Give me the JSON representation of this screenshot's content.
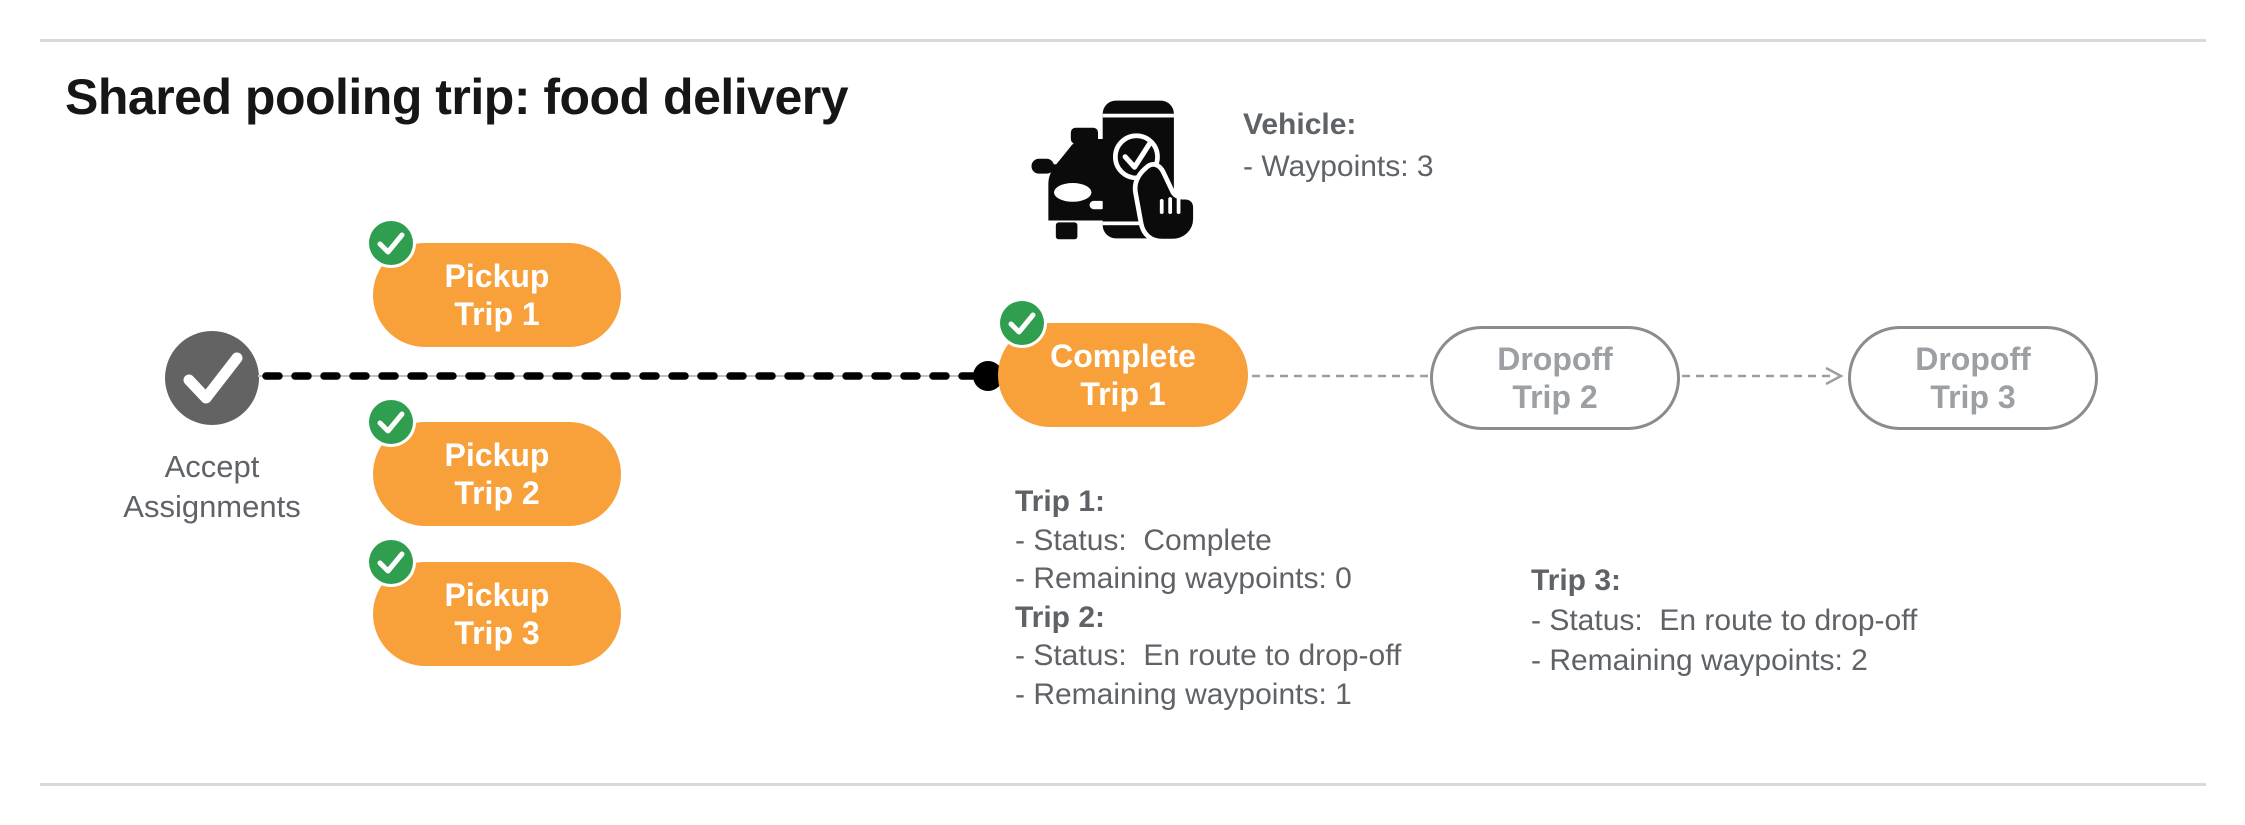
{
  "title": "Shared pooling trip: food delivery",
  "vehicle": {
    "icon": "car-phone-check-icon",
    "heading": "Vehicle:",
    "waypoints_line": "- Waypoints: 3"
  },
  "flow": {
    "start": {
      "icon": "check-circle-icon",
      "line1": "Accept",
      "line2": "Assignments"
    },
    "route": {
      "style": "black-dashed-line",
      "endpoint_icon": "waypoint-dot"
    },
    "pickups": [
      {
        "line1": "Pickup",
        "line2": "Trip 1",
        "badge_icon": "check-badge-icon"
      },
      {
        "line1": "Pickup",
        "line2": "Trip 2",
        "badge_icon": "check-badge-icon"
      },
      {
        "line1": "Pickup",
        "line2": "Trip 3",
        "badge_icon": "check-badge-icon"
      }
    ],
    "complete": {
      "line1": "Complete",
      "line2": "Trip 1",
      "badge_icon": "check-badge-icon"
    },
    "dropoffs": [
      {
        "line1": "Dropoff",
        "line2": "Trip 2"
      },
      {
        "line1": "Dropoff",
        "line2": "Trip 3"
      }
    ],
    "connector_arrow_icon": "arrow-right-icon"
  },
  "status_blocks": [
    {
      "entries": [
        {
          "heading": "Trip 1:",
          "status": "- Status:  Complete",
          "waypoints": "- Remaining waypoints: 0"
        },
        {
          "heading": "Trip 2:",
          "status": "- Status:  En route to drop-off",
          "waypoints": "- Remaining waypoints: 1"
        }
      ]
    },
    {
      "entries": [
        {
          "heading": "Trip 3:",
          "status": "- Status:  En route to drop-off",
          "waypoints": "- Remaining waypoints: 2"
        }
      ]
    }
  ],
  "colors": {
    "orange": "#f8a13a",
    "green": "#2f9e4f",
    "gray_node": "#636363",
    "text_gray": "#5f6368",
    "dropoff_gray": "#9ca0a5",
    "divider_gray": "#d9d9d9",
    "black": "#000000"
  }
}
